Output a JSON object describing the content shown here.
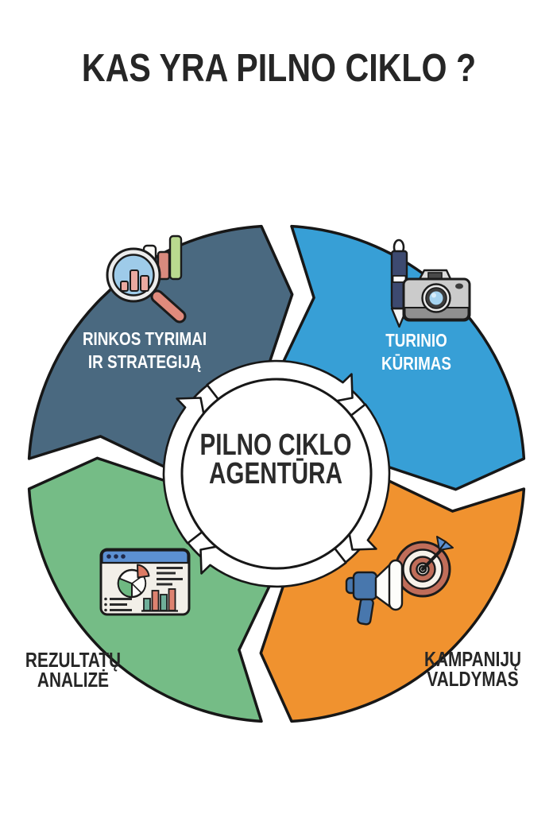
{
  "title": "KAS YRA PILNO CIKLO ?",
  "center": {
    "line1": "PILNO CIKLO",
    "line2": "AGENTŪRA"
  },
  "segments": [
    {
      "name": "rinkos-tyrimai",
      "line1": "RINKOS TYRIMAI",
      "line2": "IR STRATEGIJĄ",
      "color": "#4a6980",
      "position": "top-left",
      "icon": "magnifier-bar-chart-icon"
    },
    {
      "name": "turinio-kurimas",
      "line1": "TURINIO",
      "line2": "KŪRIMAS",
      "color": "#379fd6",
      "position": "top-right",
      "icon": "pen-camera-icon"
    },
    {
      "name": "kampaniju-valdymas",
      "line1": "KAMPANIJŲ",
      "line2": "VALDYMAS",
      "color": "#f0922f",
      "position": "bottom-right",
      "icon": "megaphone-target-icon"
    },
    {
      "name": "rezultatu-analize",
      "line1": "REZULTATŲ",
      "line2": "ANALIZĖ",
      "color": "#75bc86",
      "position": "bottom-left",
      "icon": "dashboard-analytics-icon"
    }
  ],
  "colors": {
    "background": "#ffffff",
    "outline": "#171717",
    "title_text": "#262626",
    "center_text": "#2b2b2b",
    "label_on_segment": "#ffffff",
    "label_on_white": "#262626",
    "inner_ring": "#ffffff"
  },
  "flow_direction": "clockwise"
}
